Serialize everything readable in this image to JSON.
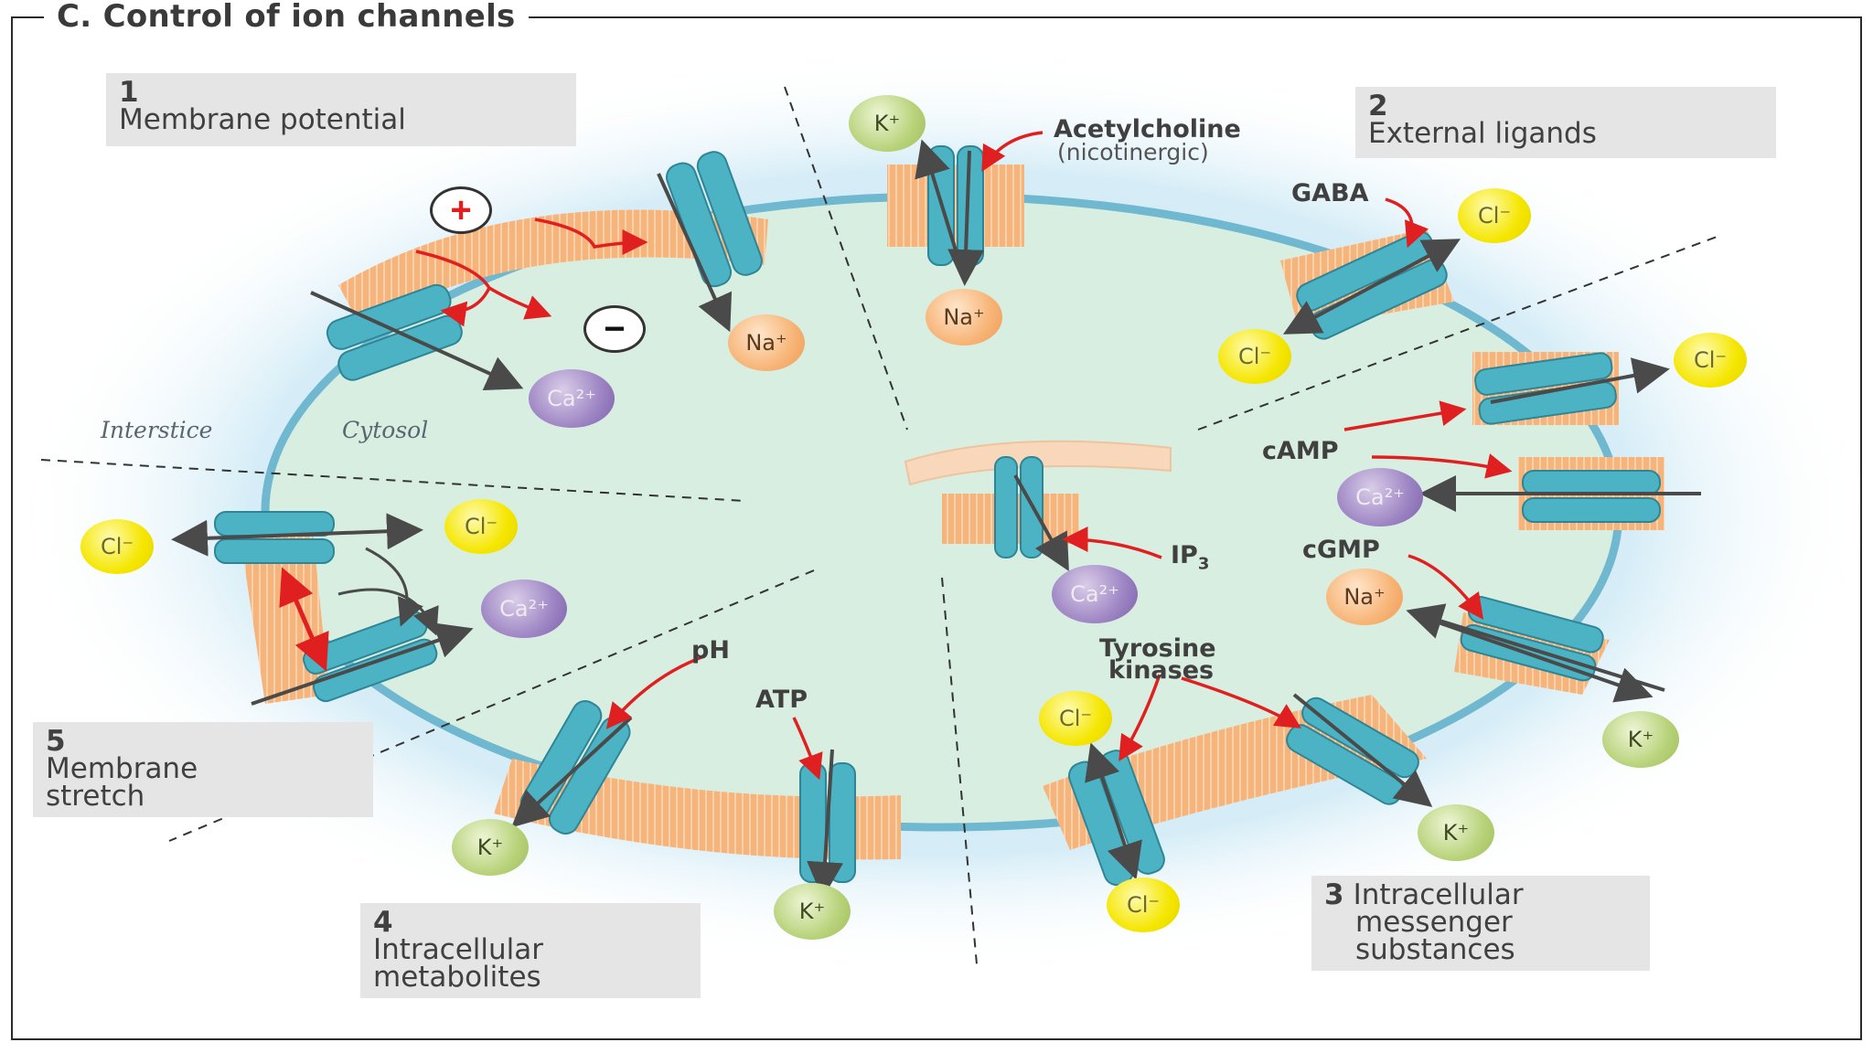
{
  "title": "C. Control of ion channels",
  "panels": {
    "p1": {
      "number": "1",
      "text": "Membrane potential"
    },
    "p2": {
      "number": "2",
      "text": "External ligands"
    },
    "p3": {
      "number": "3",
      "line1": "Intracellular",
      "line2": "messenger",
      "line3": "substances"
    },
    "p4": {
      "number": "4",
      "line1": "Intracellular",
      "line2": "metabolites"
    },
    "p5": {
      "number": "5",
      "line1": "Membrane",
      "line2": "stretch"
    }
  },
  "labels": {
    "acetylcholine": "Acetylcholine",
    "nicotinergic": "(nicotinergic)",
    "gaba": "GABA",
    "camp": "cAMP",
    "cgmp": "cGMP",
    "ip3": "IP",
    "ip3_sub": "3",
    "tyrosine1": "Tyrosine",
    "tyrosine2": "kinases",
    "ph": "pH",
    "atp": "ATP",
    "interstice": "Interstice",
    "cytosol": "Cytosol"
  },
  "ions": {
    "cl": "Cl⁻",
    "na": "Na⁺",
    "k": "K⁺",
    "ca": "Ca²⁺"
  },
  "signs": {
    "plus": "+",
    "minus": "−"
  },
  "colors": {
    "membrane": "#f7b47a",
    "channel": "#4bb3c4",
    "cell_fill": "#d8eee1",
    "interstice": "#d9edf6",
    "regulator_arrow": "#e02020",
    "ion_arrow": "#4a4a4a"
  }
}
